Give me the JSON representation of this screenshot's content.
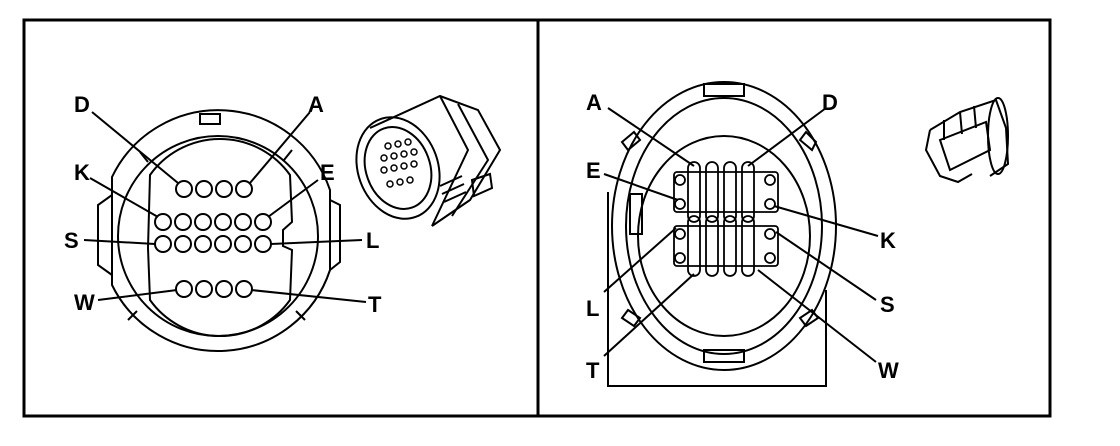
{
  "left_panel": {
    "labels": {
      "d": "D",
      "a": "A",
      "k": "K",
      "e": "E",
      "s": "S",
      "l": "L",
      "w": "W",
      "t": "T"
    }
  },
  "right_panel": {
    "labels": {
      "a": "A",
      "d": "D",
      "e": "E",
      "k": "K",
      "l": "L",
      "s": "S",
      "t": "T",
      "w": "W"
    }
  }
}
